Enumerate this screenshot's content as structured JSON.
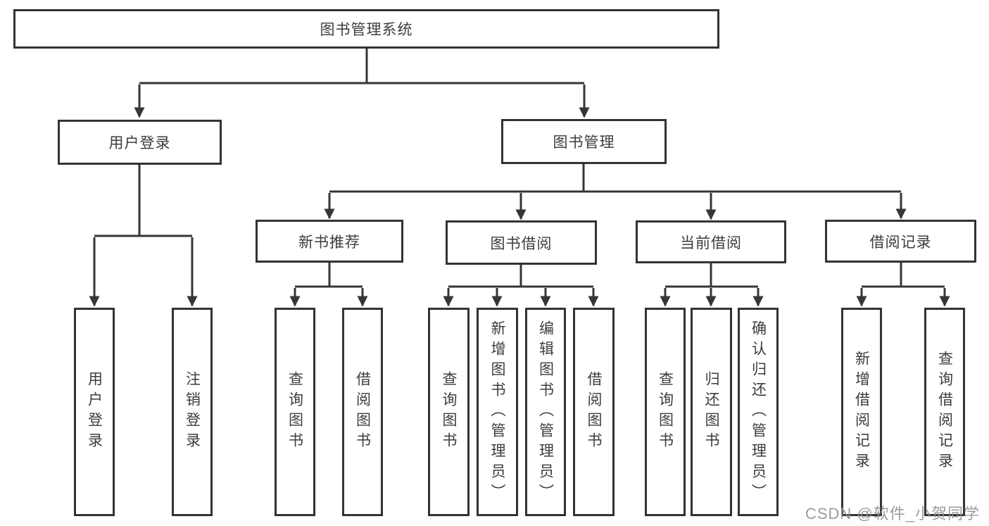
{
  "diagram": {
    "title": "图书管理系统",
    "root": {
      "label": "图书管理系统"
    },
    "branches": [
      {
        "label": "用户登录",
        "children": [
          {
            "label": "用户登录"
          },
          {
            "label": "注销登录"
          }
        ]
      },
      {
        "label": "图书管理",
        "children": [
          {
            "label": "新书推荐",
            "children": [
              {
                "label": "查询图书"
              },
              {
                "label": "借阅图书"
              }
            ]
          },
          {
            "label": "图书借阅",
            "children": [
              {
                "label": "查询图书"
              },
              {
                "label": "新增图书（管理员）"
              },
              {
                "label": "编辑图书（管理员）"
              },
              {
                "label": "借阅图书"
              }
            ]
          },
          {
            "label": "当前借阅",
            "children": [
              {
                "label": "查询图书"
              },
              {
                "label": "归还图书"
              },
              {
                "label": "确认归还（管理员）"
              }
            ]
          },
          {
            "label": "借阅记录",
            "children": [
              {
                "label": "新增借阅记录"
              },
              {
                "label": "查询借阅记录"
              }
            ]
          }
        ]
      }
    ]
  },
  "watermark": {
    "text": "CSDN @软件_小贺同学"
  },
  "colors": {
    "line": "#363636",
    "box_border": "#333333",
    "text": "#3c3c3c",
    "background": "#ffffff",
    "watermark": "#949494"
  }
}
